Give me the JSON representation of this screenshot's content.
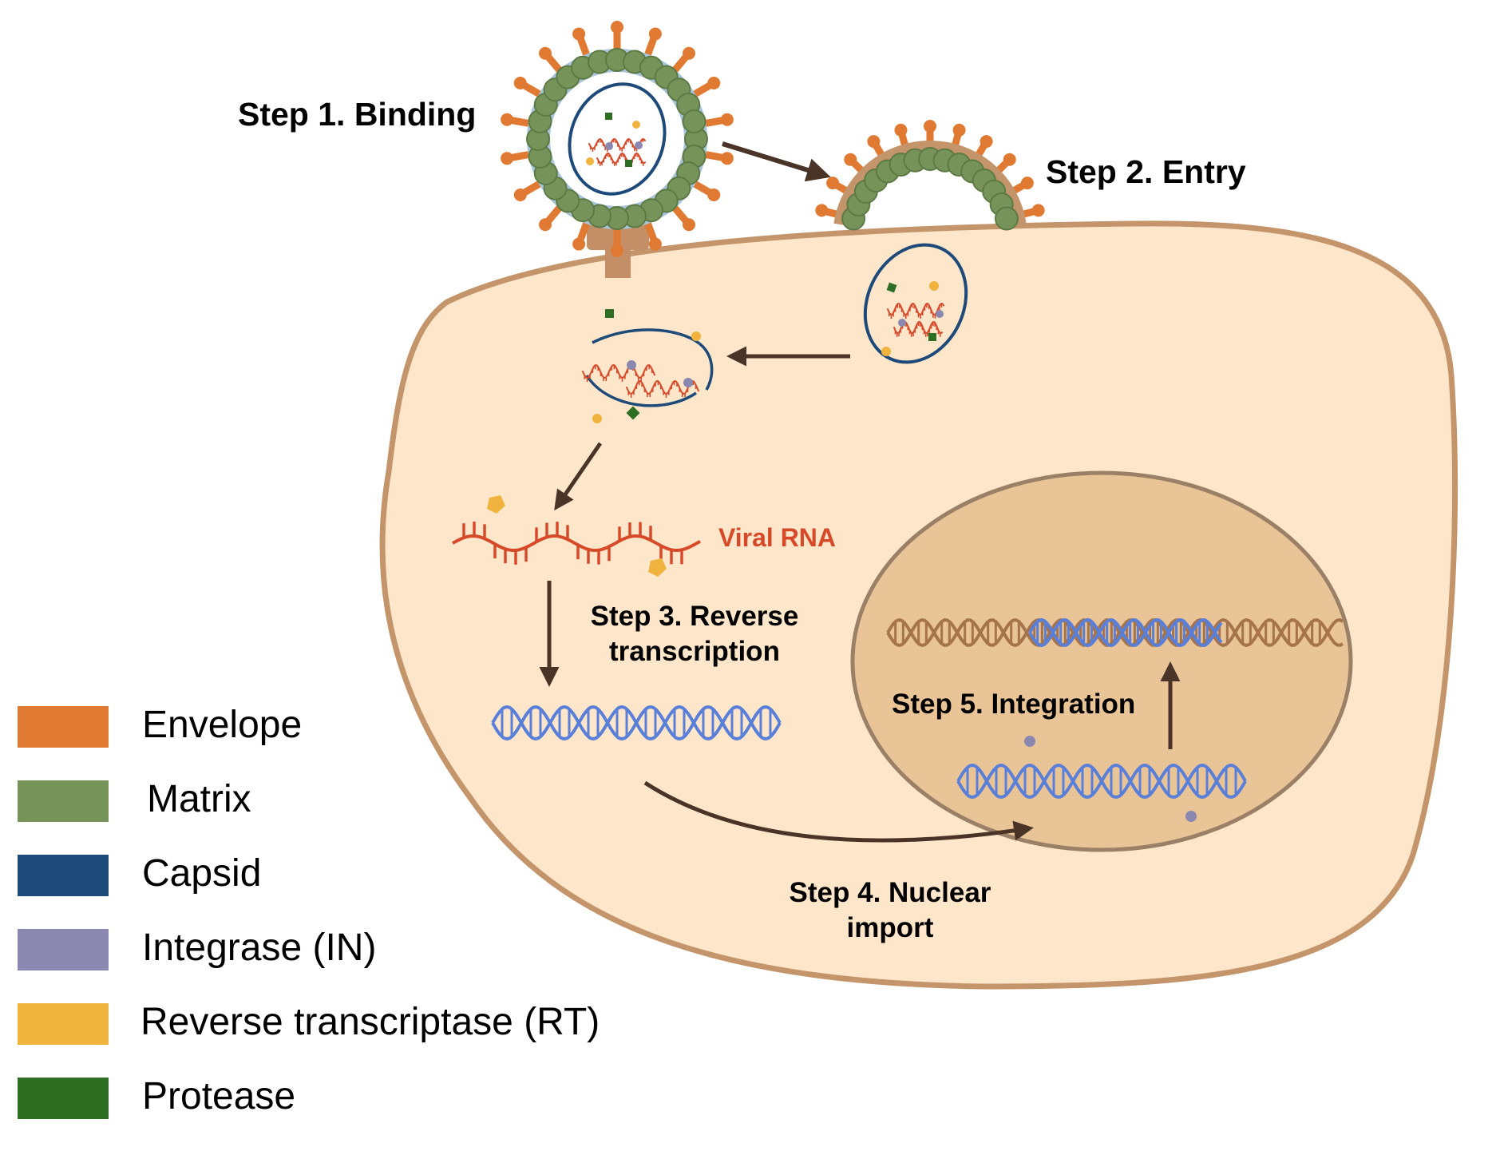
{
  "colors": {
    "envelope": "#e07a32",
    "matrix": "#76935a",
    "capsid": "#1e4a7a",
    "integrase": "#8a88b0",
    "rt": "#f0b33e",
    "protease": "#2d6e22",
    "cell_fill": "#fde6c9",
    "cell_border": "#c4946a",
    "nucleus_fill": "#e9c497",
    "nucleus_border": "#9a8066",
    "viral_rna": "#d64a2a",
    "viral_dna": "#5a7fd8",
    "host_dna": "#a6744a",
    "arrow": "#4a3428",
    "receptor": "#c48e66"
  },
  "steps": {
    "binding": "Step 1. Binding",
    "entry": "Step 2. Entry",
    "reverse_line1": "Step 3. Reverse",
    "reverse_line2": "transcription",
    "nuclear_line1": "Step 4. Nuclear",
    "nuclear_line2": "import",
    "integration": "Step 5. Integration"
  },
  "viral_rna_label": "Viral RNA",
  "legend": [
    {
      "label": "Envelope",
      "color": "#e07a32"
    },
    {
      "label": "Matrix",
      "color": "#76935a"
    },
    {
      "label": "Capsid",
      "color": "#1e4a7a"
    },
    {
      "label": "Integrase (IN)",
      "color": "#8a88b0"
    },
    {
      "label": "Reverse transcriptase (RT)",
      "color": "#f0b33e"
    },
    {
      "label": "Protease",
      "color": "#2d6e22"
    }
  ]
}
